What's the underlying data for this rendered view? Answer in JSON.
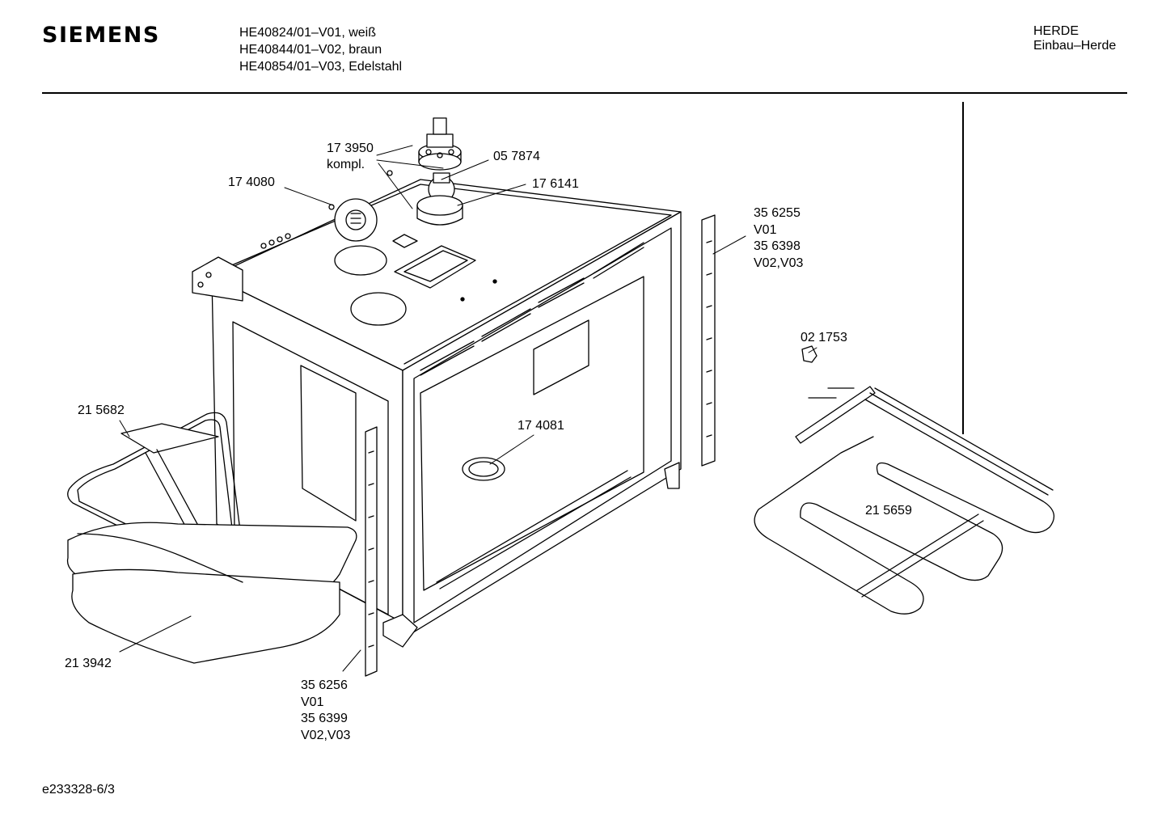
{
  "header": {
    "brand": "SIEMENS",
    "models": [
      "HE40824/01–V01, weiß",
      "HE40844/01–V02, braun",
      "HE40854/01–V03, Edelstahl"
    ],
    "category_line1": "HERDE",
    "category_line2": "Einbau–Herde"
  },
  "footer": {
    "document_id": "e233328-6/3"
  },
  "parts": [
    {
      "lines": [
        "17 3950",
        "kompl."
      ]
    },
    {
      "lines": [
        "05 7874"
      ]
    },
    {
      "lines": [
        "17 4080"
      ]
    },
    {
      "lines": [
        "17 6141"
      ]
    },
    {
      "lines": [
        "35 6255",
        "V01",
        "35 6398",
        "V02,V03"
      ]
    },
    {
      "lines": [
        "02 1753"
      ]
    },
    {
      "lines": [
        "21 5682"
      ]
    },
    {
      "lines": [
        "17 4081"
      ]
    },
    {
      "lines": [
        "21 5659"
      ]
    },
    {
      "lines": [
        "21 3942"
      ]
    },
    {
      "lines": [
        "35 6256",
        "V01",
        "35 6399",
        "V02,V03"
      ]
    }
  ]
}
